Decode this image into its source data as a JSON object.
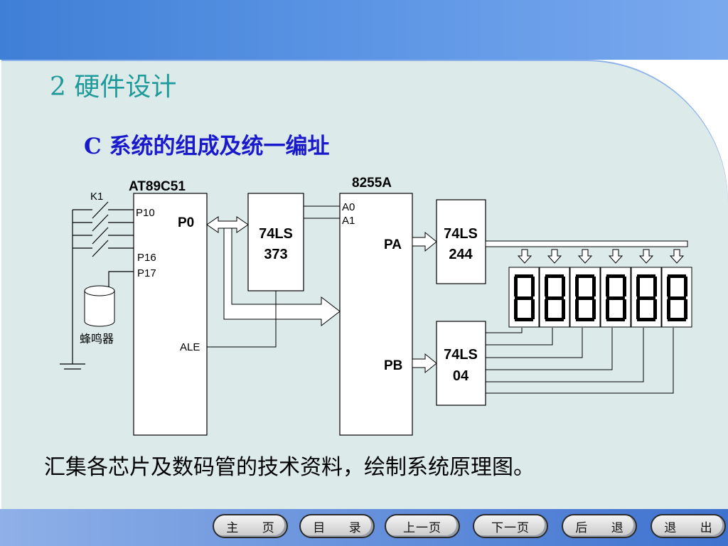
{
  "slide": {
    "title": "2  硬件设计",
    "subtitle": "C 系统的组成及统一编址",
    "caption": "汇集各芯片及数码管的技术资料，绘制系统原理图。"
  },
  "diagram": {
    "switch_label": "K1",
    "mcu_name": "AT89C51",
    "mcu_pins": {
      "p10": "P10",
      "p16": "P16",
      "p17": "P17",
      "p0": "P0",
      "ale": "ALE"
    },
    "buzzer_label": "蜂鸣器",
    "latch": {
      "line1": "74LS",
      "line2": "373"
    },
    "ppi_name": "8255A",
    "ppi_pins": {
      "a0": "A0",
      "a1": "A1",
      "pa": "PA",
      "pb": "PB"
    },
    "buffer": {
      "line1": "74LS",
      "line2": "244"
    },
    "inverter": {
      "line1": "74LS",
      "line2": "04"
    },
    "display_digit_count": 6
  },
  "nav": {
    "buttons": [
      "主 页",
      "目 录",
      "上一页",
      "下一页",
      "后 退",
      "退 出"
    ]
  }
}
